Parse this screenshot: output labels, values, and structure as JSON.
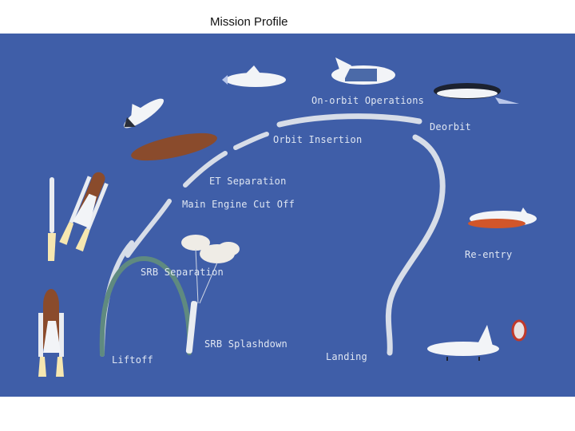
{
  "title": "Mission Profile",
  "colors": {
    "background": "#3f5ea8",
    "path": "#d7dde8",
    "srb_arc": "#5f8a80",
    "label_text": "#dfe6f2",
    "external_tank": "#8a4b2c",
    "shuttle_body": "#f2f4f7"
  },
  "phases": {
    "liftoff": "Liftoff",
    "srb_separation": "SRB Separation",
    "srb_splashdown": "SRB Splashdown",
    "main_engine_cut_off": "Main Engine Cut Off",
    "et_separation": "ET Separation",
    "orbit_insertion": "Orbit Insertion",
    "on_orbit_operations": "On-orbit Operations",
    "deorbit": "Deorbit",
    "re_entry": "Re-entry",
    "landing": "Landing"
  }
}
